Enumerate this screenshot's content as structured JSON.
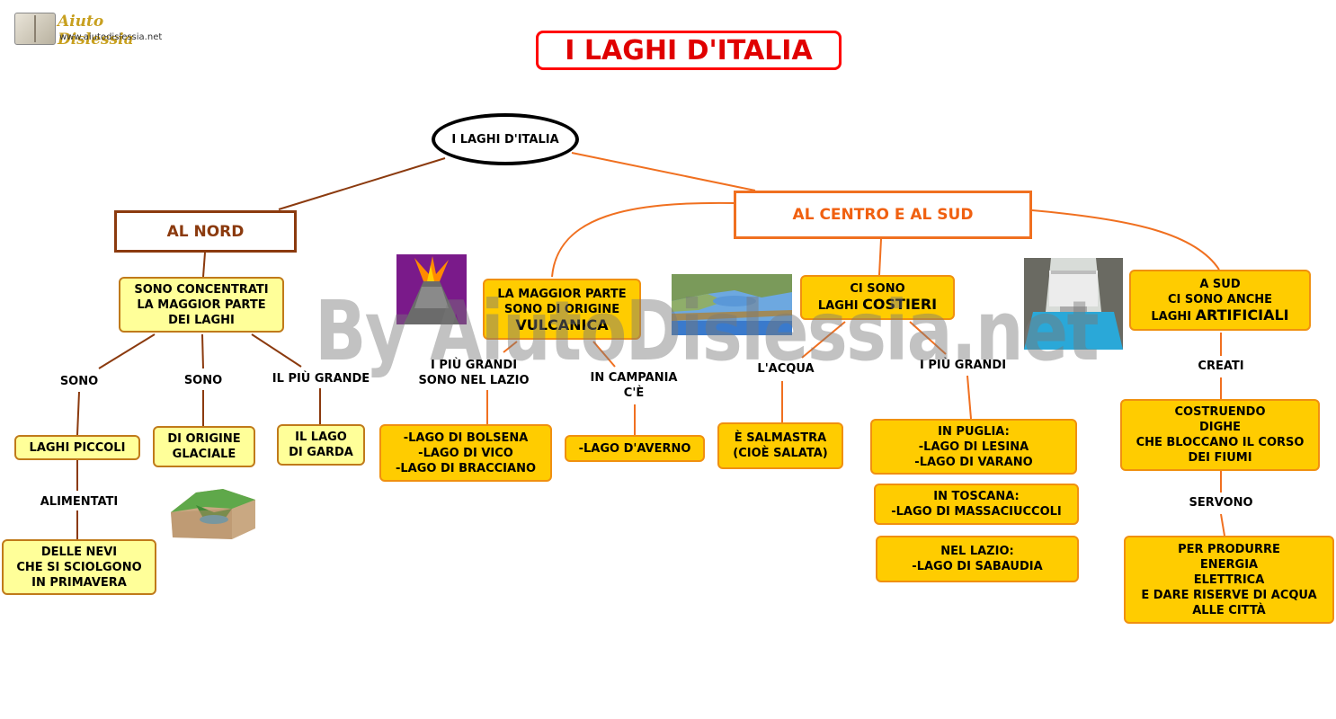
{
  "logo": {
    "title": "Aiuto Dislessia",
    "url": "www.aiutodislessia.net"
  },
  "title": "I LAGHI D'ITALIA",
  "watermark": "By AiutoDislessia.net",
  "root": "I LAGHI D'ITALIA",
  "nord": {
    "label": "AL NORD",
    "concentrated": "SONO CONCENTRATI\nLA MAGGIOR PARTE\nDEI LAGHI",
    "link_sono_1": "SONO",
    "link_sono_2": "SONO",
    "link_grande": "IL PIÙ GRANDE",
    "small_lakes": "LAGHI PICCOLI",
    "glacial": "DI ORIGINE\nGLACIALE",
    "garda": "IL LAGO\nDI GARDA",
    "link_alimentati": "ALIMENTATI",
    "snow": "DELLE NEVI\nCHE SI SCIOLGONO\nIN PRIMAVERA"
  },
  "centro": {
    "label": "AL CENTRO E AL SUD",
    "volcanic_prefix": "LA MAGGIOR PARTE\nSONO DI ORIGINE",
    "volcanic_word": "VULCANICA",
    "link_lazio": "I PIÙ GRANDI\nSONO NEL LAZIO",
    "link_campania": "IN CAMPANIA\nC'È",
    "lazio_lakes": "-LAGO DI BOLSENA\n-LAGO DI VICO\n-LAGO DI BRACCIANO",
    "averno": "-LAGO D'AVERNO",
    "coastal_prefix": "CI SONO",
    "coastal_laghi": "LAGHI",
    "coastal_word": "COSTIERI",
    "link_acqua": "L'ACQUA",
    "link_grandi": "I PIÙ GRANDI",
    "salty": "È SALMASTRA\n(CIOÈ SALATA)",
    "puglia": "IN PUGLIA:\n-LAGO DI LESINA\n-LAGO DI VARANO",
    "toscana": "IN TOSCANA:\n-LAGO DI MASSACIUCCOLI",
    "lazio": "NEL LAZIO:\n-LAGO DI SABAUDIA",
    "artificial_prefix": "A SUD\nCI SONO ANCHE",
    "artificial_laghi": "LAGHI",
    "artificial_word": "ARTIFICIALI",
    "link_creati": "CREATI",
    "dams": "COSTRUENDO\nDIGHE\nCHE BLOCCANO IL CORSO\nDEI FIUMI",
    "link_servono": "SERVONO",
    "energy": "PER PRODURRE\nENERGIA\nELETTRICA\nE DARE RISERVE DI ACQUA\nALLE CITTÀ"
  },
  "colors": {
    "title_red": "#e00000",
    "nord_brown": "#8b3a0e",
    "centro_orange": "#f07020",
    "yellow_box": "#ffff99",
    "orange_box": "#ffcc00"
  },
  "icons": [
    "volcano-image",
    "coastal-lake-image",
    "glacial-valley-image",
    "dam-image",
    "logo-book-icon"
  ]
}
